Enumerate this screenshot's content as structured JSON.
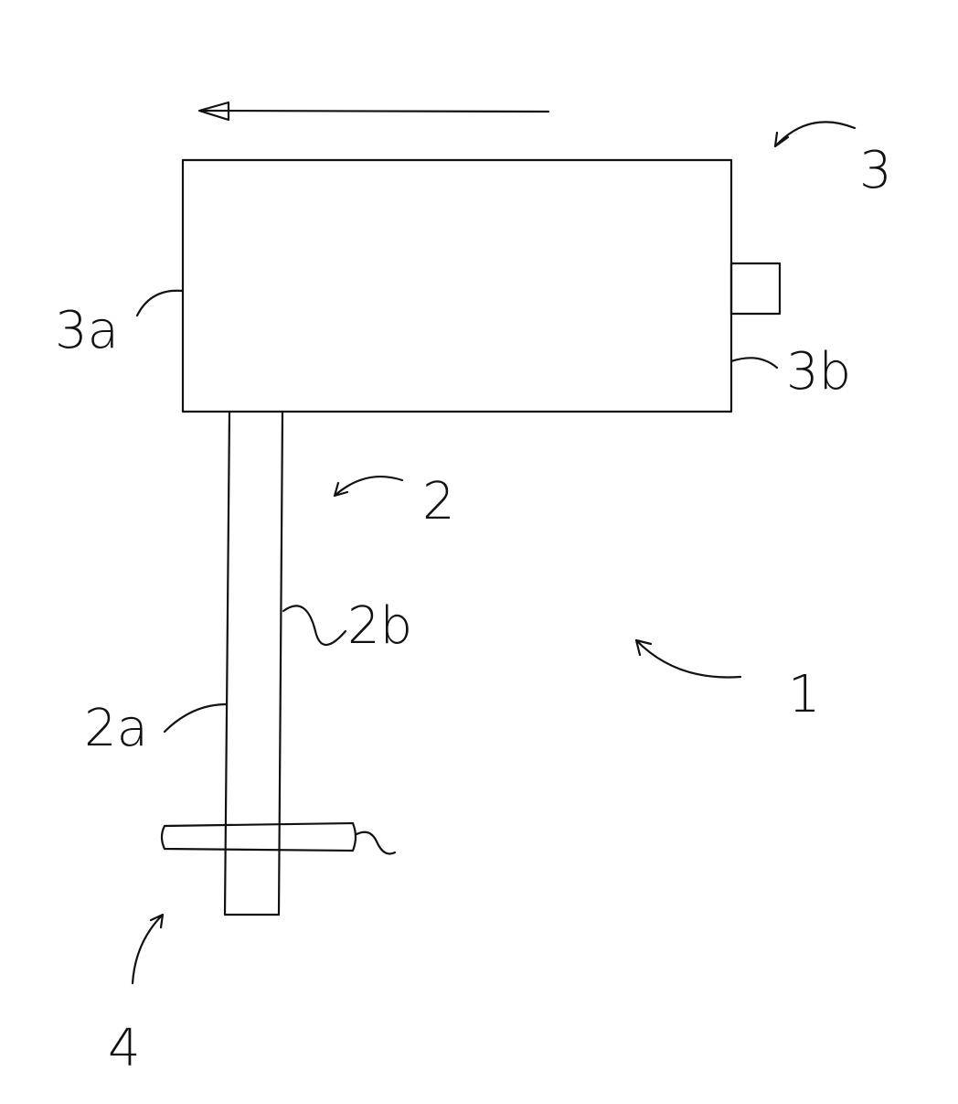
{
  "labels": {
    "device": "1",
    "shaft": "2",
    "shaft_side_a": "2a",
    "shaft_side_b": "2b",
    "housing": "3",
    "housing_side_a": "3a",
    "housing_side_b": "3b",
    "crossbar": "4"
  }
}
